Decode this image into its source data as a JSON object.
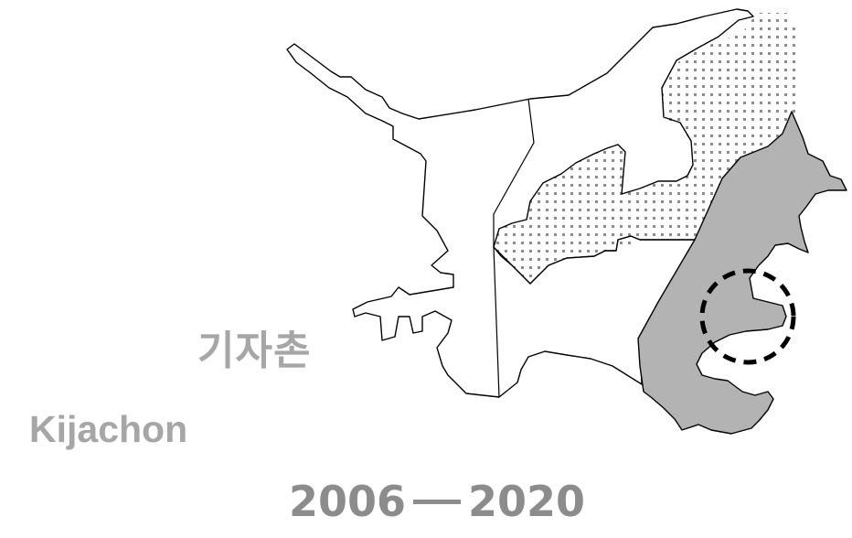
{
  "map": {
    "title_korean": "기자촌",
    "title_english": "Kijachon",
    "year_start": "2006",
    "year_end": "2020",
    "colors": {
      "outline": "#000000",
      "highlight_fill": "#b3b3b3",
      "dot_pattern": "#8c8c8c",
      "label_text": "#a6a6a6",
      "year_text": "#8c8c8c"
    }
  }
}
